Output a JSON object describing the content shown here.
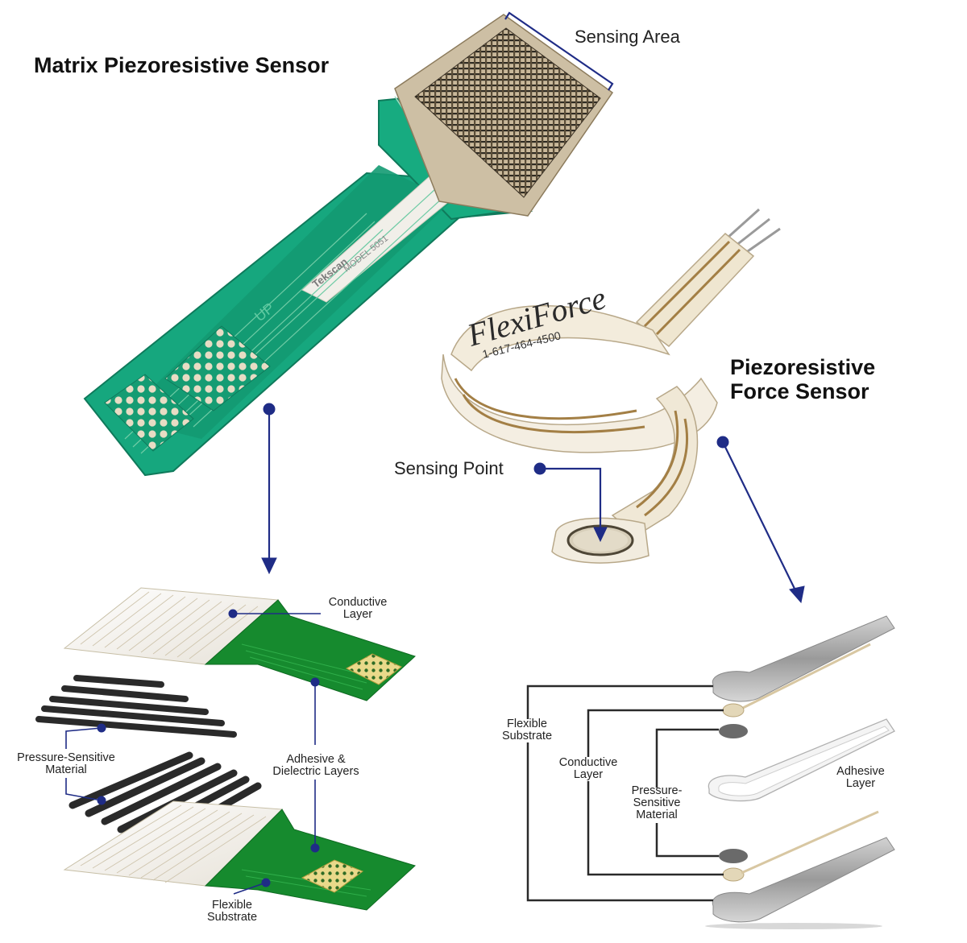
{
  "headings": {
    "matrix": "Matrix Piezoresistive Sensor",
    "force_line1": "Piezoresistive",
    "force_line2": "Force Sensor"
  },
  "callouts": {
    "sensing_area": "Sensing Area",
    "sensing_point": "Sensing Point"
  },
  "matrix_layers": {
    "conductive": "Conductive\nLayer",
    "adhesive": "Adhesive &\nDielectric Layers",
    "pressure": "Pressure-Sensitive\nMaterial",
    "substrate": "Flexible\nSubstrate"
  },
  "force_layers": {
    "substrate": "Flexible\nSubstrate",
    "conductive": "Conductive\nLayer",
    "pressure": "Pressure-\nSensitive\nMaterial",
    "adhesive": "Adhesive\nLayer"
  },
  "sensor_print": {
    "brand": "Tekscan",
    "model": "MODEL 5051",
    "flexi_brand": "FlexiForce",
    "flexi_phone": "1-617-464-4500",
    "logo_mark": "UP"
  },
  "colors": {
    "accent": "#1f2c86",
    "pcb_green": "#16a77e",
    "layer_green": "#168a2e",
    "trace_gold": "#b08a52",
    "dark_strip": "#2a2a2a"
  }
}
